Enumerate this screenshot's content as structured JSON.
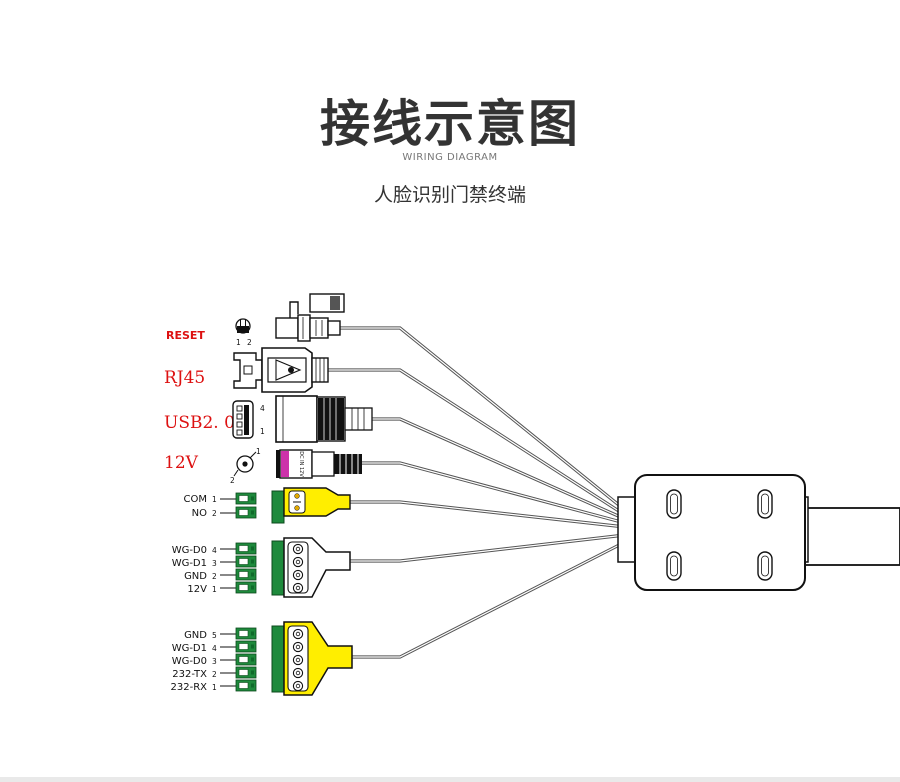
{
  "header": {
    "title": "接线示意图",
    "subtitle": "WIRING DIAGRAM",
    "caption": "人脸识别门禁终端"
  },
  "ports": {
    "reset": {
      "label": "RESET",
      "pins": [
        "1",
        "2"
      ]
    },
    "rj45": {
      "label": "RJ45"
    },
    "usb": {
      "label": "USB2. 0",
      "pins": [
        "4",
        "1"
      ]
    },
    "power": {
      "label": "12V",
      "pins": [
        "1",
        "2"
      ],
      "connector_text": "DC IN 12V"
    }
  },
  "terminals": {
    "relay": {
      "pins": [
        {
          "name": "COM",
          "num": "1"
        },
        {
          "name": "NO",
          "num": "2"
        }
      ]
    },
    "wiegand_in": {
      "pins": [
        {
          "name": "WG-D0",
          "num": "4"
        },
        {
          "name": "WG-D1",
          "num": "3"
        },
        {
          "name": "GND",
          "num": "2"
        },
        {
          "name": "12V",
          "num": "1"
        }
      ]
    },
    "serial": {
      "pins": [
        {
          "name": "GND",
          "num": "5"
        },
        {
          "name": "WG-D1",
          "num": "4"
        },
        {
          "name": "WG-D0",
          "num": "3"
        },
        {
          "name": "232-TX",
          "num": "2"
        },
        {
          "name": "232-RX",
          "num": "1"
        }
      ]
    }
  },
  "colors": {
    "title": "#333333",
    "red_label": "#dd1111",
    "terminal_green": "#1e8a3c",
    "yellow_connector": "#ffee00",
    "cable": "#555555"
  }
}
